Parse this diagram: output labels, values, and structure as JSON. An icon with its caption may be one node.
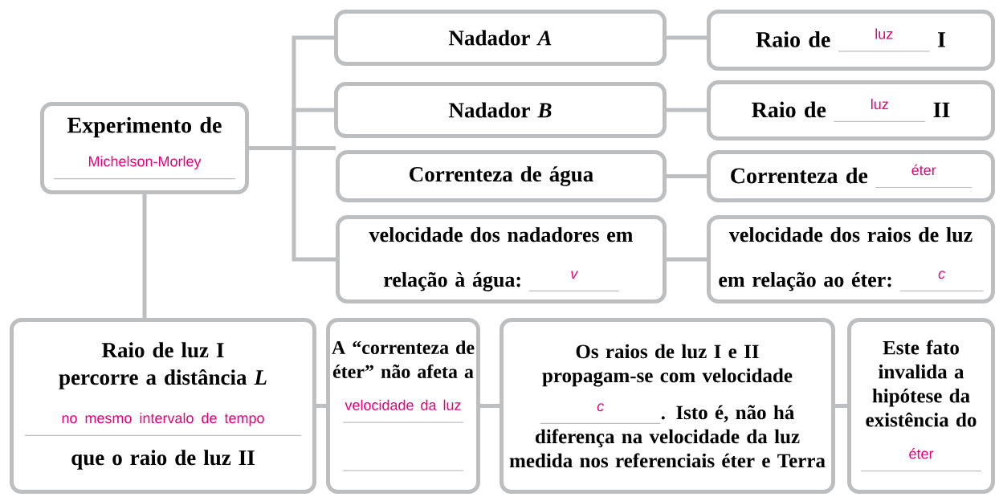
{
  "diagram": {
    "nodes": [
      {
        "text": [
          "Experimento de",
          "Michelson-Morley"
        ]
      },
      {
        "text": [
          "Nadador *A*"
        ]
      },
      {
        "text": [
          "Nadador *B*"
        ]
      },
      {
        "text": [
          "Correnteza de água"
        ]
      },
      {
        "text": [
          "velocidade dos nadadores em relação à água:",
          "v"
        ]
      },
      {
        "text": [
          "Raio de",
          "luz",
          "I"
        ]
      },
      {
        "text": [
          "Raio de",
          "luz",
          "II"
        ]
      },
      {
        "text": [
          "Correnteza de",
          "éter"
        ]
      },
      {
        "text": [
          "velocidade dos raios de luz em relação ao éter:",
          "c"
        ]
      },
      {
        "text": [
          "Raio de luz I percorre a distância *L*",
          "no mesmo intervalo de tempo",
          "que o raio de luz II"
        ]
      },
      {
        "text": [
          "A “correnteza de éter” não afeta a",
          "velocidade da luz"
        ]
      },
      {
        "text": [
          "Os raios de luz I e II propagam-se com velocidade",
          "c",
          ". Isto é, não há diferença na velocidade da luz medida nos referenciais éter e Terra"
        ]
      },
      {
        "text": [
          "Este fato invalida a hipótese da existência do",
          "éter"
        ]
      }
    ],
    "edges": [
      {
        "from": 0,
        "to": 1,
        "arrow": "none"
      },
      {
        "from": 0,
        "to": 2,
        "arrow": "none"
      },
      {
        "from": 0,
        "to": 3,
        "arrow": "none"
      },
      {
        "from": 0,
        "to": 4,
        "arrow": "none"
      },
      {
        "from": 1,
        "to": 5,
        "arrow": "none"
      },
      {
        "from": 2,
        "to": 6,
        "arrow": "none"
      },
      {
        "from": 3,
        "to": 7,
        "arrow": "none"
      },
      {
        "from": 4,
        "to": 8,
        "arrow": "none"
      },
      {
        "from": 0,
        "to": 9,
        "arrow": "none"
      },
      {
        "from": 9,
        "to": 10,
        "arrow": "none"
      },
      {
        "from": 10,
        "to": 11,
        "arrow": "none"
      },
      {
        "from": 11,
        "to": 12,
        "arrow": "none"
      }
    ]
  }
}
